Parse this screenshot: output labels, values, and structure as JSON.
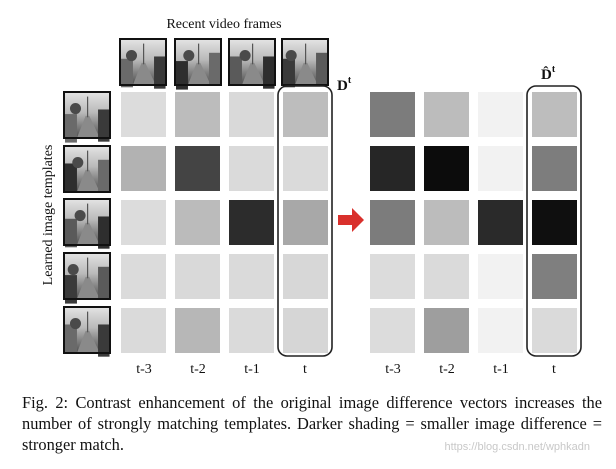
{
  "figure": {
    "frames_title": "Recent video frames",
    "templates_label": "Learned image templates",
    "left_matrix_label": "D",
    "left_matrix_sup": "t",
    "right_matrix_label": "D̂",
    "right_matrix_sup": "t",
    "columns": [
      "t-3",
      "t-2",
      "t-1",
      "t"
    ],
    "arrow_color": "#d9302c",
    "left_cells": [
      [
        "#dcdcdc",
        "#bcbcbc",
        "#d9d9d9",
        "#bdbdbd"
      ],
      [
        "#b2b2b2",
        "#444444",
        "#dadada",
        "#dadada"
      ],
      [
        "#dcdcdc",
        "#bbbbbb",
        "#2c2c2c",
        "#a8a8a8"
      ],
      [
        "#dbdbdb",
        "#d9d9d9",
        "#dadada",
        "#d7d7d7"
      ],
      [
        "#dadada",
        "#b7b7b7",
        "#dadada",
        "#d6d6d6"
      ]
    ],
    "right_cells": [
      [
        "#7c7c7c",
        "#bcbcbc",
        "#f2f2f2",
        "#bdbdbd"
      ],
      [
        "#262626",
        "#0c0c0c",
        "#f2f2f2",
        "#7d7d7d"
      ],
      [
        "#7c7c7c",
        "#bcbcbc",
        "#2a2a2a",
        "#0f0f0f"
      ],
      [
        "#dcdcdc",
        "#dadada",
        "#f2f2f2",
        "#7f7f7f"
      ],
      [
        "#dcdcdc",
        "#9e9e9e",
        "#f2f2f2",
        "#dadada"
      ]
    ]
  },
  "caption": {
    "text": "Fig. 2: Contrast enhancement of the original image difference vectors increases the number of strongly matching templates. Darker shading = smaller image difference = stronger match."
  },
  "watermark": {
    "text": "https://blog.csdn.net/wphkadn"
  }
}
